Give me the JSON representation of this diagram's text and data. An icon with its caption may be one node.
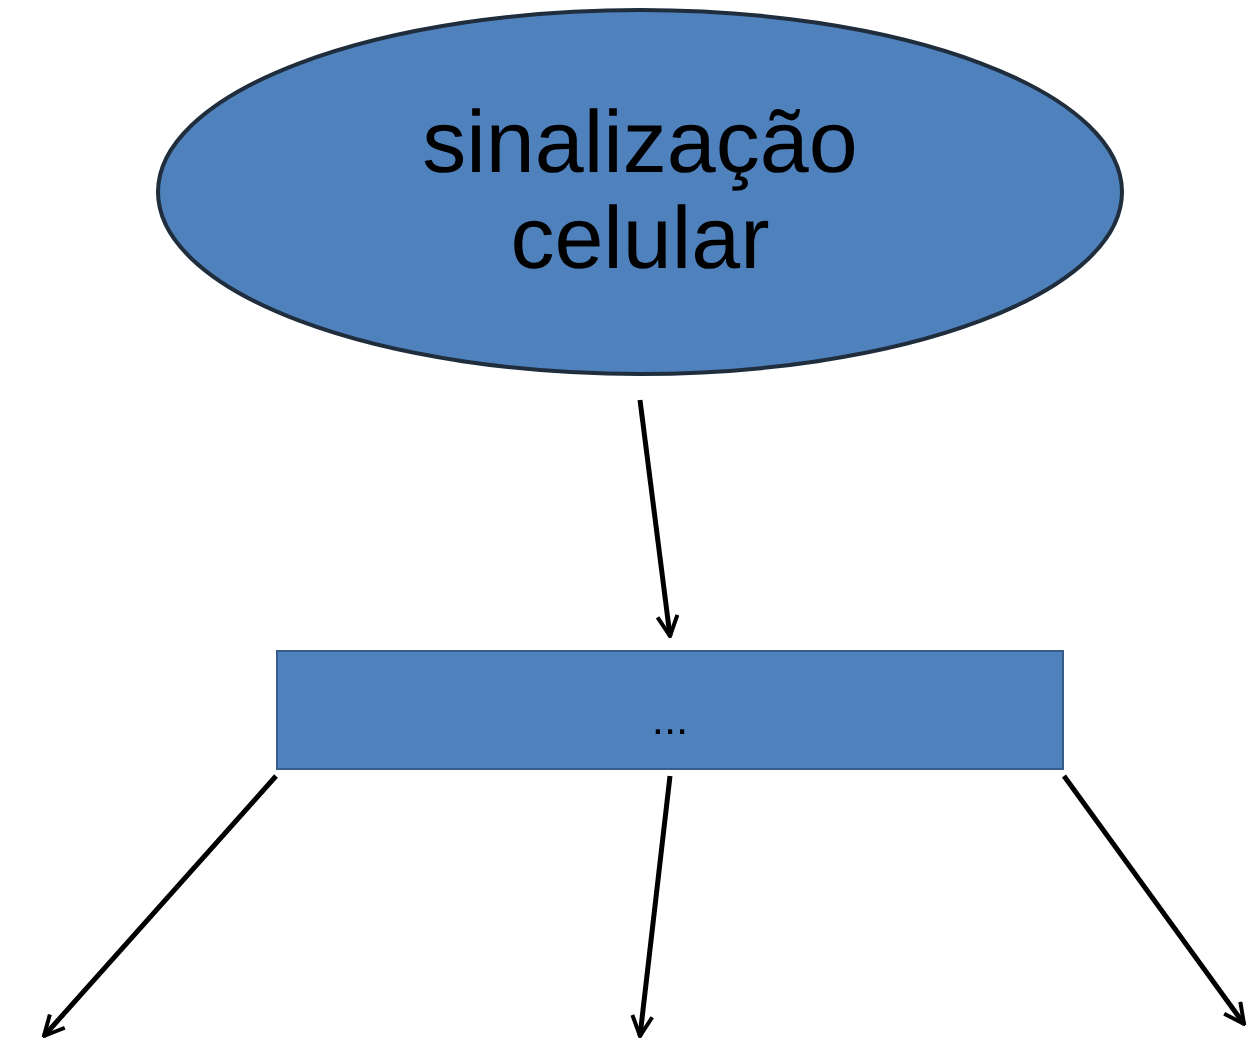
{
  "diagram": {
    "nodes": [
      {
        "text": [
          "sinalização celular"
        ]
      },
      {
        "text": [
          "..."
        ]
      }
    ],
    "edges": [
      {
        "from": 0,
        "to": 1,
        "arrow": "to"
      },
      {
        "from": 1,
        "to": null,
        "arrow": "to"
      },
      {
        "from": 1,
        "to": null,
        "arrow": "to"
      },
      {
        "from": 1,
        "to": null,
        "arrow": "to"
      }
    ]
  }
}
